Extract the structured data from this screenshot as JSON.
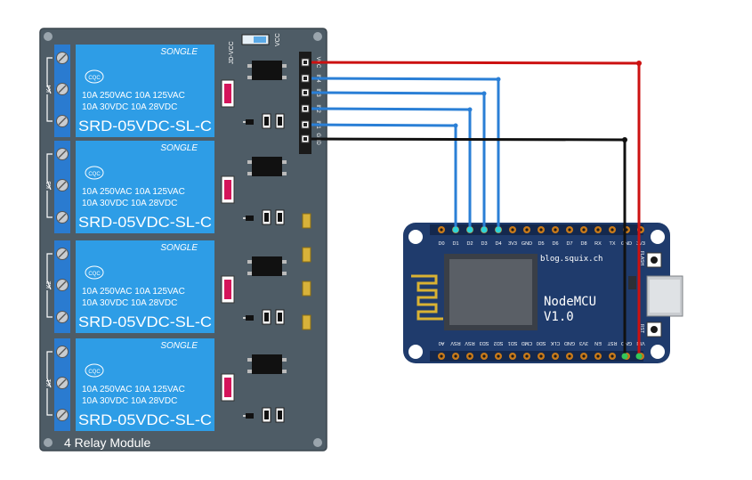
{
  "relay_module": {
    "title": "4 Relay Module",
    "jumper_left": "JD-VCC",
    "jumper_right": "VCC",
    "relays": [
      {
        "terminal_label": "K4",
        "brand": "SONGLE",
        "spec1": "10A 250VAC  10A 125VAC",
        "spec2": "10A  30VDC  10A  28VDC",
        "model": "SRD-05VDC-SL-C"
      },
      {
        "terminal_label": "K3",
        "brand": "SONGLE",
        "spec1": "10A 250VAC  10A 125VAC",
        "spec2": "10A  30VDC  10A  28VDC",
        "model": "SRD-05VDC-SL-C"
      },
      {
        "terminal_label": "K2",
        "brand": "SONGLE",
        "spec1": "10A 250VAC  10A 125VAC",
        "spec2": "10A  30VDC  10A  28VDC",
        "model": "SRD-05VDC-SL-C"
      },
      {
        "terminal_label": "K1",
        "brand": "SONGLE",
        "spec1": "10A 250VAC  10A 125VAC",
        "spec2": "10A  30VDC  10A  28VDC",
        "model": "SRD-05VDC-SL-C"
      }
    ],
    "cqc": "CQC",
    "header_pins": [
      "VCC",
      "IN4",
      "IN3",
      "IN2",
      "IN1",
      "GND"
    ]
  },
  "nodemcu": {
    "title": "NodeMCU",
    "version": "V1.0",
    "url": "blog.squix.ch",
    "top_pins": [
      "D0",
      "D1",
      "D2",
      "D3",
      "D4",
      "3V3",
      "GND",
      "D5",
      "D6",
      "D7",
      "D8",
      "RX",
      "TX",
      "GND",
      "3V3"
    ],
    "bottom_pins": [
      "A0",
      "RSV",
      "RSV",
      "SD3",
      "SD2",
      "SD1",
      "CMD",
      "SD0",
      "CLK",
      "GND",
      "3V3",
      "EN",
      "RST",
      "GND",
      "VIN"
    ],
    "flash_label": "FLASH",
    "rst_label": "RST"
  },
  "colors": {
    "relay_board": "#4e5c66",
    "relay_body": "#2e9de6",
    "nodemcu_board": "#1f3b6c",
    "wire_power": "#cc1111",
    "wire_signal": "#2a7fd6",
    "wire_ground": "#111111"
  },
  "wires": [
    {
      "from": "VCC",
      "to": "VIN",
      "color": "red"
    },
    {
      "from": "IN4",
      "to": "D4",
      "color": "blue"
    },
    {
      "from": "IN3",
      "to": "D3",
      "color": "blue"
    },
    {
      "from": "IN2",
      "to": "D2",
      "color": "blue"
    },
    {
      "from": "IN1",
      "to": "D1",
      "color": "blue"
    },
    {
      "from": "GND",
      "to": "GND",
      "color": "black"
    }
  ]
}
